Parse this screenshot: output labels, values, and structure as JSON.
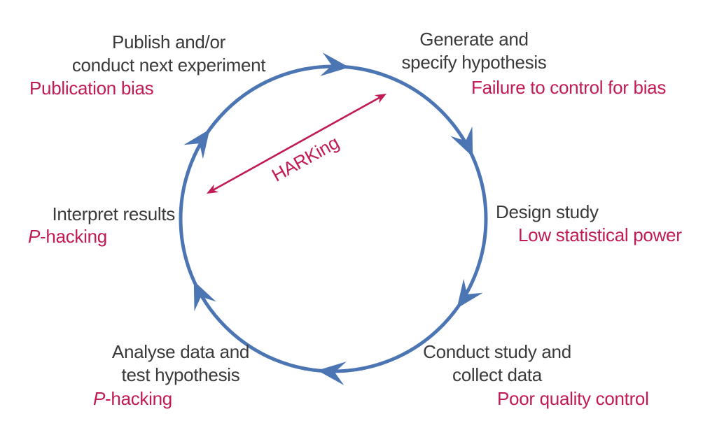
{
  "colors": {
    "cycle_blue": "#4c75b4",
    "bias_red": "#c21a52",
    "stage_text": "#3a3a3a",
    "background": "#ffffff"
  },
  "cycle": {
    "center_label": "HARKing",
    "stages": [
      {
        "id": "generate-hypothesis",
        "lines": [
          "Generate and",
          "specify hypothesis"
        ],
        "bias": "Failure to control for bias"
      },
      {
        "id": "design-study",
        "lines": [
          "Design study"
        ],
        "bias": "Low statistical power"
      },
      {
        "id": "conduct-study",
        "lines": [
          "Conduct study and",
          "collect data"
        ],
        "bias": "Poor quality control"
      },
      {
        "id": "analyse-data",
        "lines": [
          "Analyse data and",
          "test hypothesis"
        ],
        "bias_prefix": "P",
        "bias_rest": "-hacking"
      },
      {
        "id": "interpret-results",
        "lines": [
          "Interpret results"
        ],
        "bias_prefix": "P",
        "bias_rest": "-hacking"
      },
      {
        "id": "publish",
        "lines": [
          "Publish and/or",
          "conduct next experiment"
        ],
        "bias": "Publication bias"
      }
    ]
  }
}
